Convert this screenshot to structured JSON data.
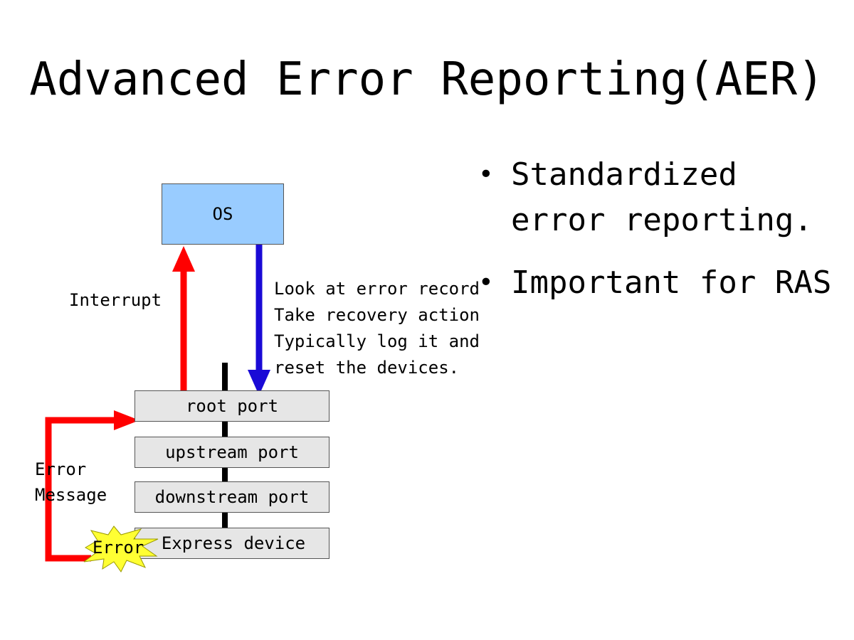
{
  "slide": {
    "title": "Advanced Error Reporting(AER)"
  },
  "bullets": [
    "Standardized error reporting.",
    "Important for RAS"
  ],
  "diagram": {
    "os_label": "OS",
    "ports": [
      "root port",
      "upstream port",
      "downstream port",
      "Express device"
    ],
    "interrupt_label": "Interrupt",
    "os_action_lines": [
      "Look at error record",
      "Take recovery action",
      "Typically log it and",
      "reset the devices."
    ],
    "error_message_lines": [
      "Error",
      "Message"
    ],
    "error_burst_label": "Error",
    "colors": {
      "os_box": "#99ccff",
      "port_box": "#e6e6e6",
      "interrupt_arrow": "#ff0000",
      "os_action_arrow": "#1a0ad6",
      "error_message_arrow": "#ff0000",
      "error_burst": "#ffff33"
    }
  }
}
